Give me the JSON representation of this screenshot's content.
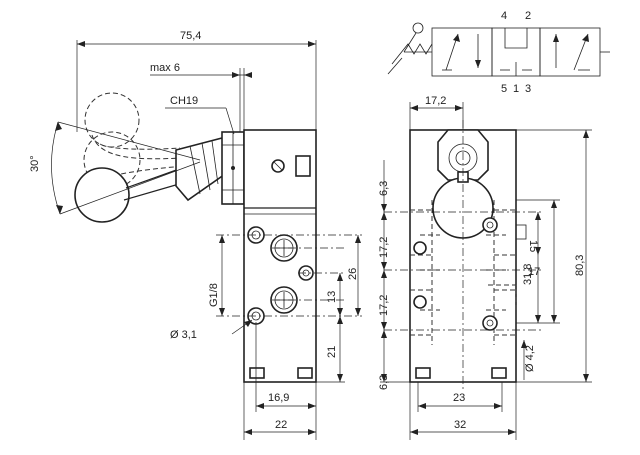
{
  "dimensions": {
    "overall_width": "75,4",
    "max_lever": "max 6",
    "hex_size": "CH19",
    "lever_angle": "30°",
    "thread": "G1/8",
    "hole_dia": "Ø 3,1",
    "port_spacing": "13",
    "port_pitch": "26",
    "port_bottom": "21",
    "side_width": "16,9",
    "side_total": "22",
    "hex_width": "17,2",
    "top_offset": "6,3",
    "port_gap_a": "17,2",
    "port_gap_b": "17,2",
    "bottom_offset": "6,3",
    "right_15": "15",
    "right_17": "17",
    "right_318": "31,8",
    "overall_height": "80,3",
    "mount_hole": "Ø 4,2",
    "front_width": "23",
    "front_total": "32"
  },
  "symbol": {
    "port_4": "4",
    "port_2": "2",
    "port_5": "5",
    "port_1": "1",
    "port_3": "3"
  }
}
